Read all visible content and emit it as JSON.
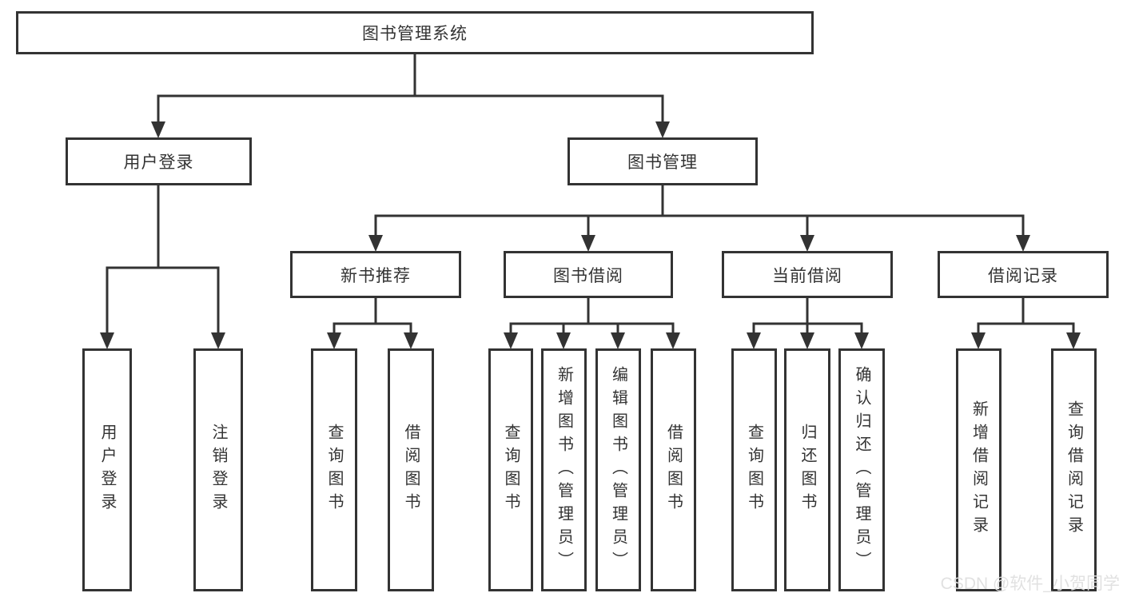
{
  "diagram": {
    "root": "图书管理系统",
    "branches": {
      "user_login": "用户登录",
      "book_management": "图书管理"
    },
    "modules": {
      "new_book_recommend": "新书推荐",
      "book_borrow": "图书借阅",
      "current_borrow": "当前借阅",
      "borrow_records": "借阅记录"
    },
    "leaves": {
      "user_login": [
        "用户登录",
        "注销登录"
      ],
      "new_book_recommend": [
        "查询图书",
        "借阅图书"
      ],
      "book_borrow": [
        "查询图书",
        "新增图书（管理员）",
        "编辑图书（管理员）",
        "借阅图书"
      ],
      "current_borrow": [
        "查询图书",
        "归还图书",
        "确认归还（管理员）"
      ],
      "borrow_records": [
        "新增借阅记录",
        "查询借阅记录"
      ]
    }
  },
  "watermark": "CSDN @软件_小贺同学",
  "colors": {
    "line": "#333333",
    "text": "#333333",
    "background": "#ffffff",
    "watermark": "#dfdfdf"
  }
}
